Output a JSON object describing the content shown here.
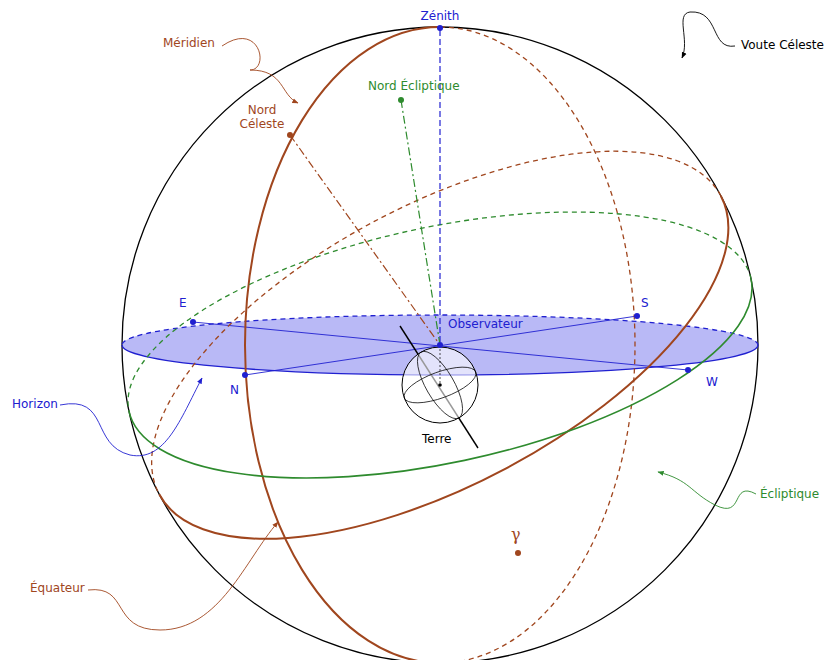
{
  "diagram": {
    "labels": [
      "Zénith",
      "Méridien",
      "Nord Écliptique",
      "Nord Céleste",
      "Voute Céleste",
      "E",
      "S",
      "Observateur",
      "N",
      "W",
      "Horizon",
      "Terre",
      "Écliptique",
      "Équateur",
      "γ"
    ]
  }
}
